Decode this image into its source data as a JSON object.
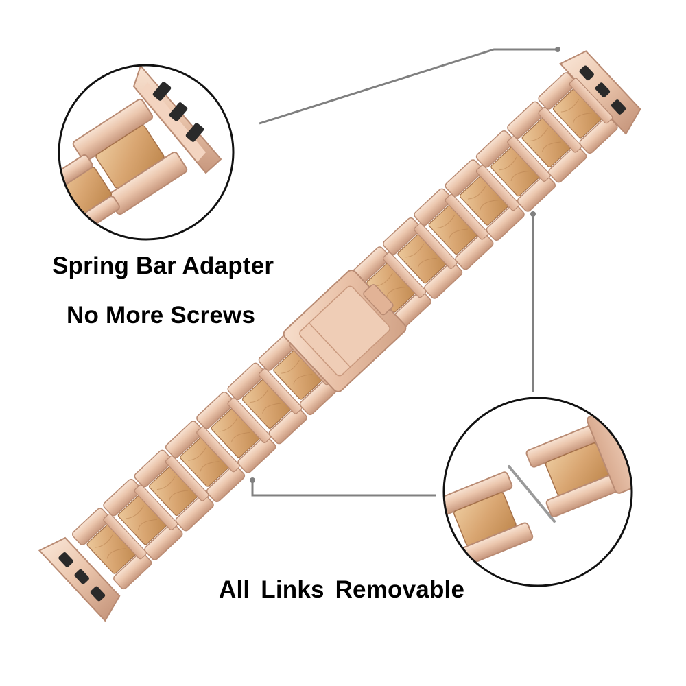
{
  "product": {
    "type": "watch band",
    "materials": [
      "rose gold metal",
      "wood"
    ]
  },
  "callouts": [
    {
      "id": "adapter",
      "lines": [
        "Spring Bar Adapter",
        "No More Screws"
      ]
    },
    {
      "id": "links",
      "lines": [
        "All Links  Removable"
      ]
    }
  ],
  "colors": {
    "background": "#ffffff",
    "metal_light": "#f6dcc8",
    "metal_mid": "#e6bda3",
    "metal_dark": "#b98b73",
    "wood_light": "#e9c79c",
    "wood_mid": "#d8a874",
    "wood_dark": "#b67f4e",
    "connector": "#808080",
    "circle_border": "#111111",
    "text": "#000000"
  }
}
